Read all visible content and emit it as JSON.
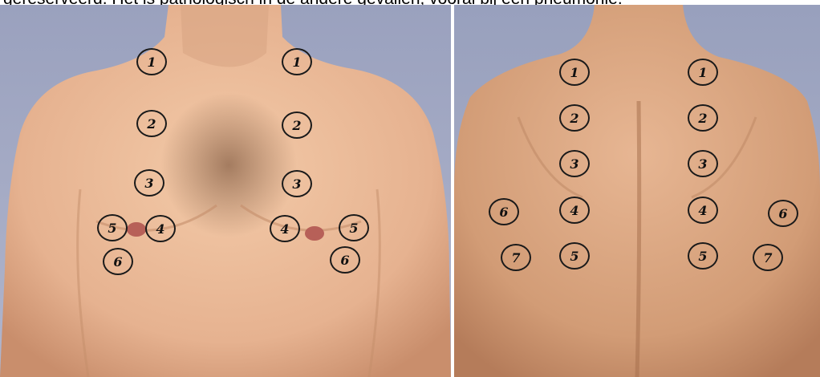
{
  "caption": "gereserveerd. Het is pathologisch in de andere gevallen, vooral bij een pneumonie.",
  "front": {
    "markers": [
      "1",
      "1",
      "2",
      "2",
      "3",
      "3",
      "5",
      "4",
      "4",
      "5",
      "6",
      "6"
    ]
  },
  "back": {
    "markers": [
      "1",
      "1",
      "2",
      "2",
      "3",
      "3",
      "6",
      "4",
      "4",
      "6",
      "7",
      "5",
      "5",
      "7"
    ]
  },
  "colors": {
    "background": "#a3a9c4",
    "skin_front": "#e8b896",
    "skin_back": "#d6a27a",
    "marker_ink": "#1a1a1a"
  }
}
